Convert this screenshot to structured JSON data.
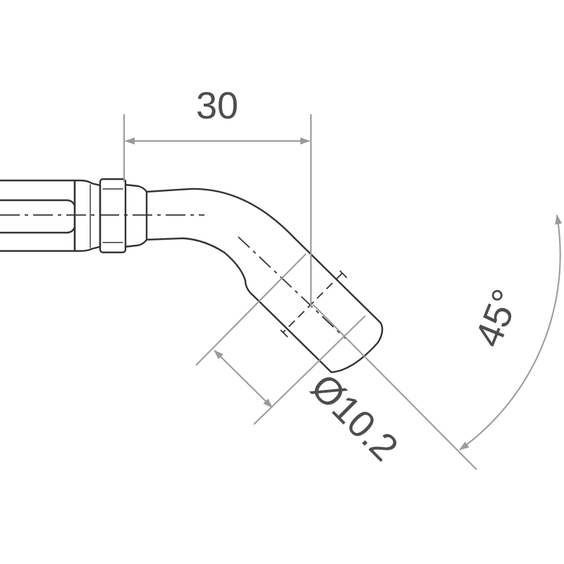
{
  "drawing": {
    "dimensions": {
      "length_label": "30",
      "diameter_label": "Ø10.2",
      "angle_label": "45°"
    },
    "colors": {
      "part_outline": "#333333",
      "dimension_line": "#999999",
      "dimension_text": "#4d4d4d",
      "background": "#ffffff"
    }
  }
}
